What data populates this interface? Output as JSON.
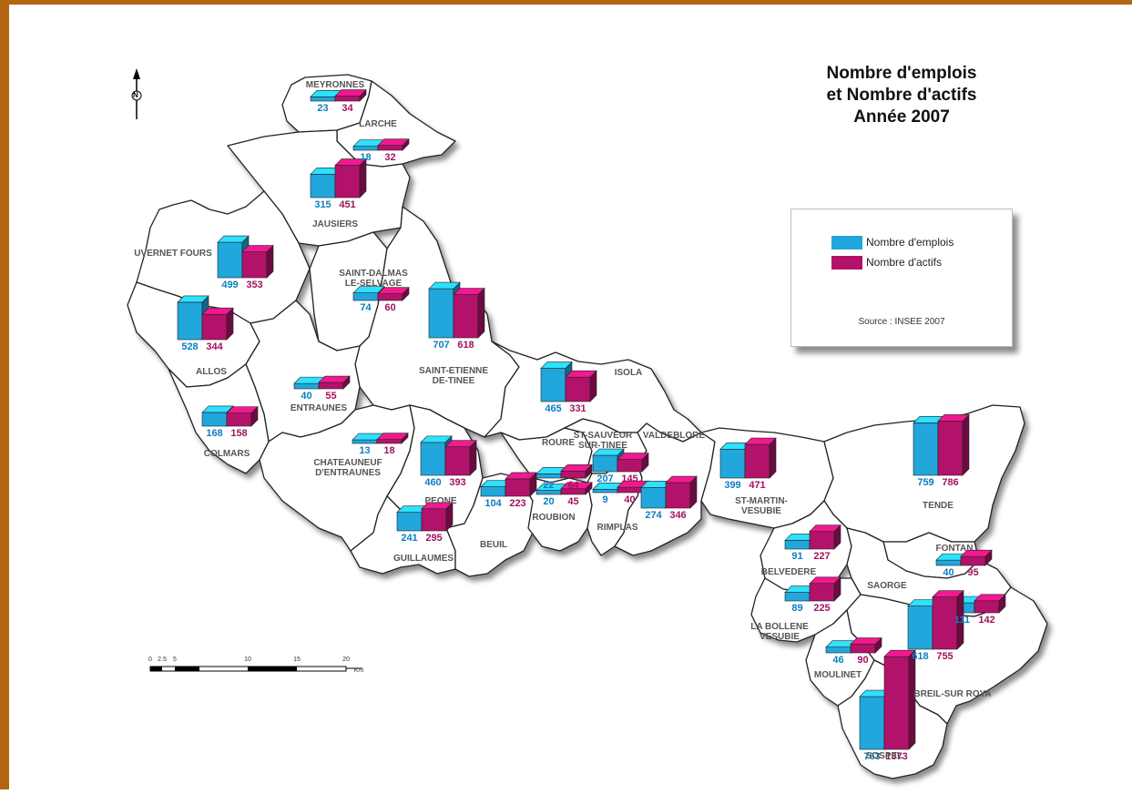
{
  "title": [
    "Nombre d'emplois",
    "et Nombre d'actifs",
    "Année 2007"
  ],
  "legend": {
    "emplois": "Nombre d'emplois",
    "actifs": "Nombre d'actifs",
    "source": "Source : INSEE 2007"
  },
  "colors": {
    "emplois": "#21a7dc",
    "actifs": "#b3126a",
    "frame": "#b4650f"
  },
  "north_arrow": "N",
  "scale": {
    "ticks": [
      "0",
      "2.5",
      "5",
      "10",
      "15",
      "20"
    ],
    "unit": "Km"
  },
  "communes": [
    {
      "name": "MEYRONNES",
      "emplois": 23,
      "actifs": 34
    },
    {
      "name": "LARCHE",
      "emplois": 18,
      "actifs": 32
    },
    {
      "name": "JAUSIERS",
      "emplois": 315,
      "actifs": 451
    },
    {
      "name": "UVERNET FOURS",
      "emplois": 499,
      "actifs": 353
    },
    {
      "name": "SAINT-DALMAS LE-SELVAGE",
      "emplois": 74,
      "actifs": 60
    },
    {
      "name": "ALLOS",
      "emplois": 528,
      "actifs": 344
    },
    {
      "name": "SAINT-ETIENNE DE-TINEE",
      "emplois": 707,
      "actifs": 618
    },
    {
      "name": "ENTRAUNES",
      "emplois": 40,
      "actifs": 55
    },
    {
      "name": "COLMARS",
      "emplois": 168,
      "actifs": 158
    },
    {
      "name": "CHATEAUNEUF D'ENTRAUNES",
      "emplois": 13,
      "actifs": 18
    },
    {
      "name": "PEONE",
      "emplois": 460,
      "actifs": 393
    },
    {
      "name": "GUILLAUMES",
      "emplois": 241,
      "actifs": 295
    },
    {
      "name": "BEUIL",
      "emplois": 104,
      "actifs": 223
    },
    {
      "name": "ISOLA",
      "emplois": 465,
      "actifs": 331
    },
    {
      "name": "ROURE",
      "emplois": 22,
      "actifs": 64
    },
    {
      "name": "ROUBION",
      "emplois": 20,
      "actifs": 45
    },
    {
      "name": "ST-SAUVEUR SUR-TINEE",
      "emplois": 207,
      "actifs": 145
    },
    {
      "name": "RIMPLAS",
      "emplois": 9,
      "actifs": 40
    },
    {
      "name": "VALDEBLORE",
      "emplois": 274,
      "actifs": 346
    },
    {
      "name": "ST-MARTIN-VESUBIE",
      "emplois": 399,
      "actifs": 471
    },
    {
      "name": "TENDE",
      "emplois": 759,
      "actifs": 786
    },
    {
      "name": "BELVEDERE",
      "emplois": 91,
      "actifs": 227
    },
    {
      "name": "FONTAN",
      "emplois": 40,
      "actifs": 95
    },
    {
      "name": "SAORGE",
      "emplois": 111,
      "actifs": 142
    },
    {
      "name": "LA BOLLENE VESUBIE",
      "emplois": 89,
      "actifs": 225
    },
    {
      "name": "BREIL-SUR ROYA",
      "emplois": 618,
      "actifs": 755
    },
    {
      "name": "MOULINET",
      "emplois": 46,
      "actifs": 90
    },
    {
      "name": "SOSPEL",
      "emplois": 763,
      "actifs": 1373
    }
  ]
}
